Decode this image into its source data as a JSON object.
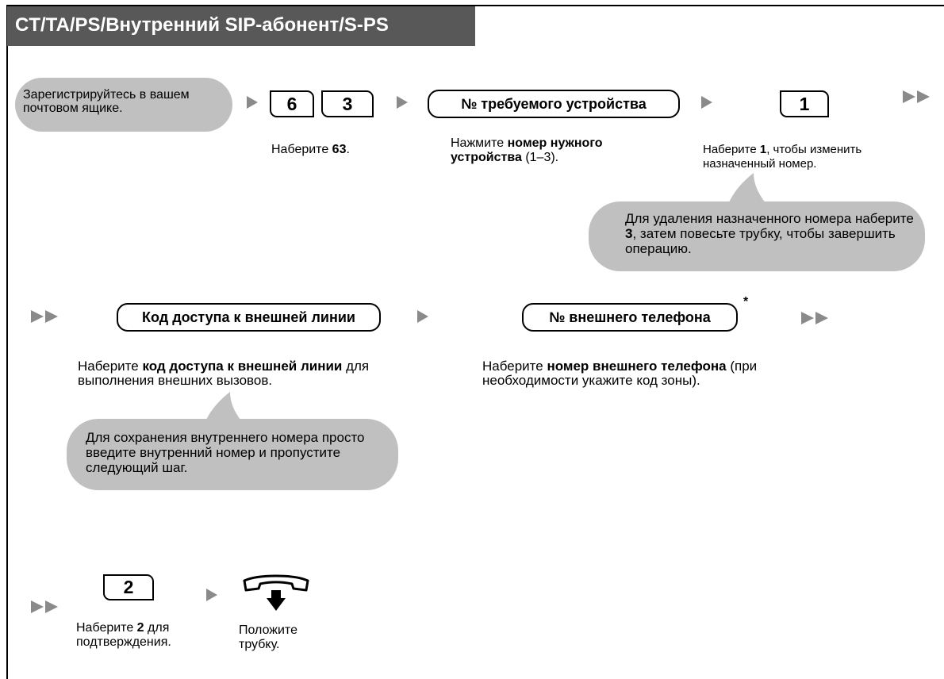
{
  "header": {
    "title": "CT/TA/PS/Внутренний SIP-абонент/S-PS"
  },
  "row1": {
    "login_bubble": "Зарегистрируйтесь в вашем почтовом ящике.",
    "key_6": "6",
    "key_3": "3",
    "caption_63_pre": "Наберите ",
    "caption_63_bold": "63",
    "caption_63_post": ".",
    "device_pill": "№ требуемого устройства",
    "device_caption_pre": "Нажмите ",
    "device_caption_bold": "номер нужного устройства",
    "device_caption_post": " (1–3).",
    "key_1": "1",
    "caption_1_pre": "Наберите ",
    "caption_1_bold": "1",
    "caption_1_post": ", чтобы изменить назначенный номер.",
    "delete_note_pre": "Для удаления назначенного номера наберите ",
    "delete_note_bold": "3",
    "delete_note_post": ", затем повесьте трубку, чтобы завершить операцию."
  },
  "row2": {
    "line_access_pill": "Код доступа к внешней линии",
    "line_access_caption_pre": "Наберите ",
    "line_access_caption_bold": "код доступа к внешней линии",
    "line_access_caption_post": " для выполнения внешних вызовов.",
    "keep_note": "Для сохранения внутреннего номера просто введите внутренний номер и пропустите следующий шаг.",
    "external_pill": "№ внешнего телефона",
    "asterisk": "*",
    "external_caption_pre": "Наберите ",
    "external_caption_bold": "номер внешнего телефона",
    "external_caption_post": " (при необходимости укажите код зоны)."
  },
  "row3": {
    "key_2": "2",
    "caption_2_pre": "Наберите ",
    "caption_2_bold": "2",
    "caption_2_post": " для подтверждения.",
    "hangup_caption": "Положите трубку."
  },
  "icons": {
    "arrow": "triangle-right-icon",
    "handset": "hang-up-handset-icon"
  },
  "colors": {
    "header_bg": "#585858",
    "bubble_bg": "#c0c0c0",
    "arrow": "#8a8a8a"
  }
}
